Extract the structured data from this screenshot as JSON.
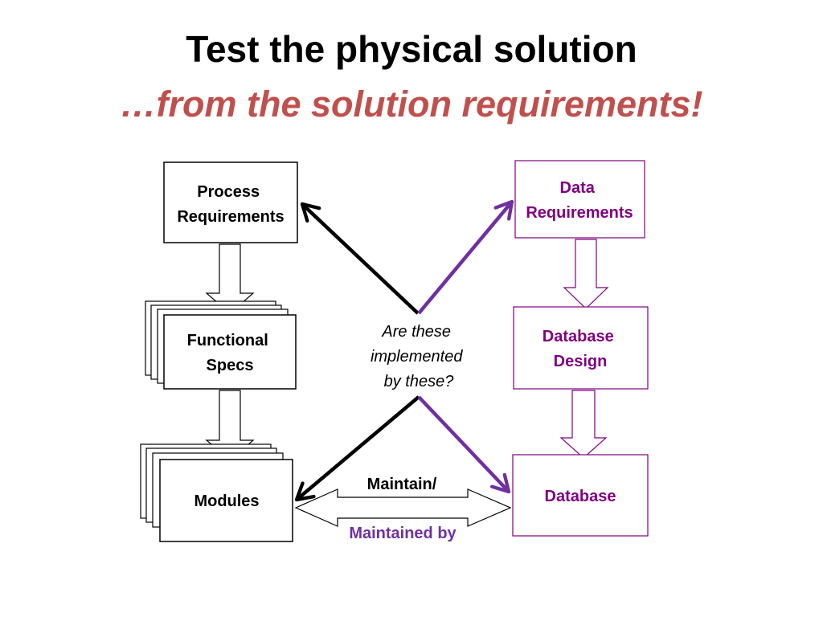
{
  "title": {
    "main": "Test the physical solution",
    "sub": "…from the solution requirements!"
  },
  "colors": {
    "title_sub": "#c0504d",
    "purple": "#7030a0",
    "purple_text": "#7f007f",
    "black": "#000000"
  },
  "left_column": {
    "process_requirements": [
      "Process",
      "Requirements"
    ],
    "functional_specs": [
      "Functional",
      "Specs"
    ],
    "modules": "Modules"
  },
  "right_column": {
    "data_requirements": [
      "Data",
      "Requirements"
    ],
    "database_design": [
      "Database",
      "Design"
    ],
    "database": "Database"
  },
  "center": {
    "question": [
      "Are these",
      "implemented",
      "by these?"
    ],
    "maintain_label": "Maintain/",
    "maintained_by_label": "Maintained by"
  }
}
